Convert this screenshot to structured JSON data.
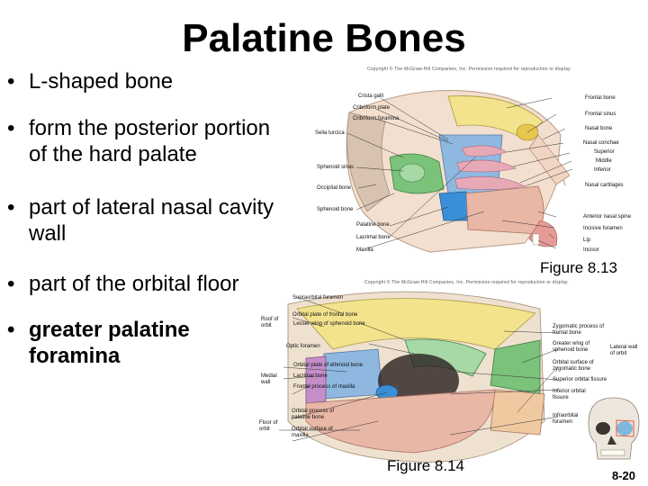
{
  "title": "Palatine Bones",
  "bullets": [
    {
      "text": "L-shaped bone",
      "bold": false
    },
    {
      "text": "form the posterior portion of the hard palate",
      "bold": false
    },
    {
      "text": "part of lateral nasal cavity wall",
      "bold": false
    },
    {
      "text": "part of the orbital floor",
      "bold": false
    },
    {
      "text": "greater palatine foramina",
      "bold": true
    }
  ],
  "bullet_line1": [
    "L-shaped bone",
    "form the posterior portion",
    "part of lateral nasal cavity",
    "part of the orbital floor",
    "greater palatine"
  ],
  "bullet_line2": [
    "",
    "of the hard palate",
    "wall",
    "",
    "foramina"
  ],
  "copyright_top": "Copyright © The McGraw-Hill Companies, Inc. Permission required for reproduction or display.",
  "copyright_bottom": "Copyright © The McGraw-Hill Companies, Inc. Permission required for reproduction or display.",
  "figure_top_caption": "Figure 8.13",
  "figure_bottom_caption": "Figure 8.14",
  "page_number": "8-20",
  "fig13_labels_left": [
    "Crista galli",
    "Cribriform plate",
    "Cribriform foramina",
    "Sella turcica",
    "Sphenoid sinus",
    "Occipital bone",
    "Sphenoid bone",
    "Palatine bone",
    "Lacrimal bone",
    "Maxilla"
  ],
  "fig13_labels_right": [
    "Frontal bone",
    "Frontal sinus",
    "Nasal bone",
    "Nasal conchae",
    "Superior",
    "Middle",
    "Inferior",
    "Nasal cartilages",
    "Anterior nasal spine",
    "Incisive foramen",
    "Lip",
    "Incisor"
  ],
  "fig14_labels_left": [
    "Supraorbital foramen",
    "Roof of orbit",
    "Orbital plate of frontal bone",
    "Lesser wing of sphenoid bone",
    "Optic foramen",
    "Orbital plate of ethmoid bone",
    "Medial wall",
    "Lacrimal bone",
    "Frontal process of maxilla",
    "Orbital process of palatine bone",
    "Floor of orbit",
    "Orbital surface of maxilla"
  ],
  "fig14_labels_right": [
    "Zygomatic process of frontal bone",
    "Greater wing of sphenoid bone",
    "Lateral wall of orbit",
    "Orbital surface of zygomatic bone",
    "Superior orbital fissure",
    "Inferior orbital fissure",
    "Infraorbital foramen"
  ],
  "colors": {
    "palatine": "#3a8fd6",
    "ethmoid": "#8fb8e0",
    "maxilla": "#e9b7a6",
    "frontal": "#f2e38c",
    "sphenoid": "#7bc27b",
    "lacrimal": "#c58ec9"
  }
}
